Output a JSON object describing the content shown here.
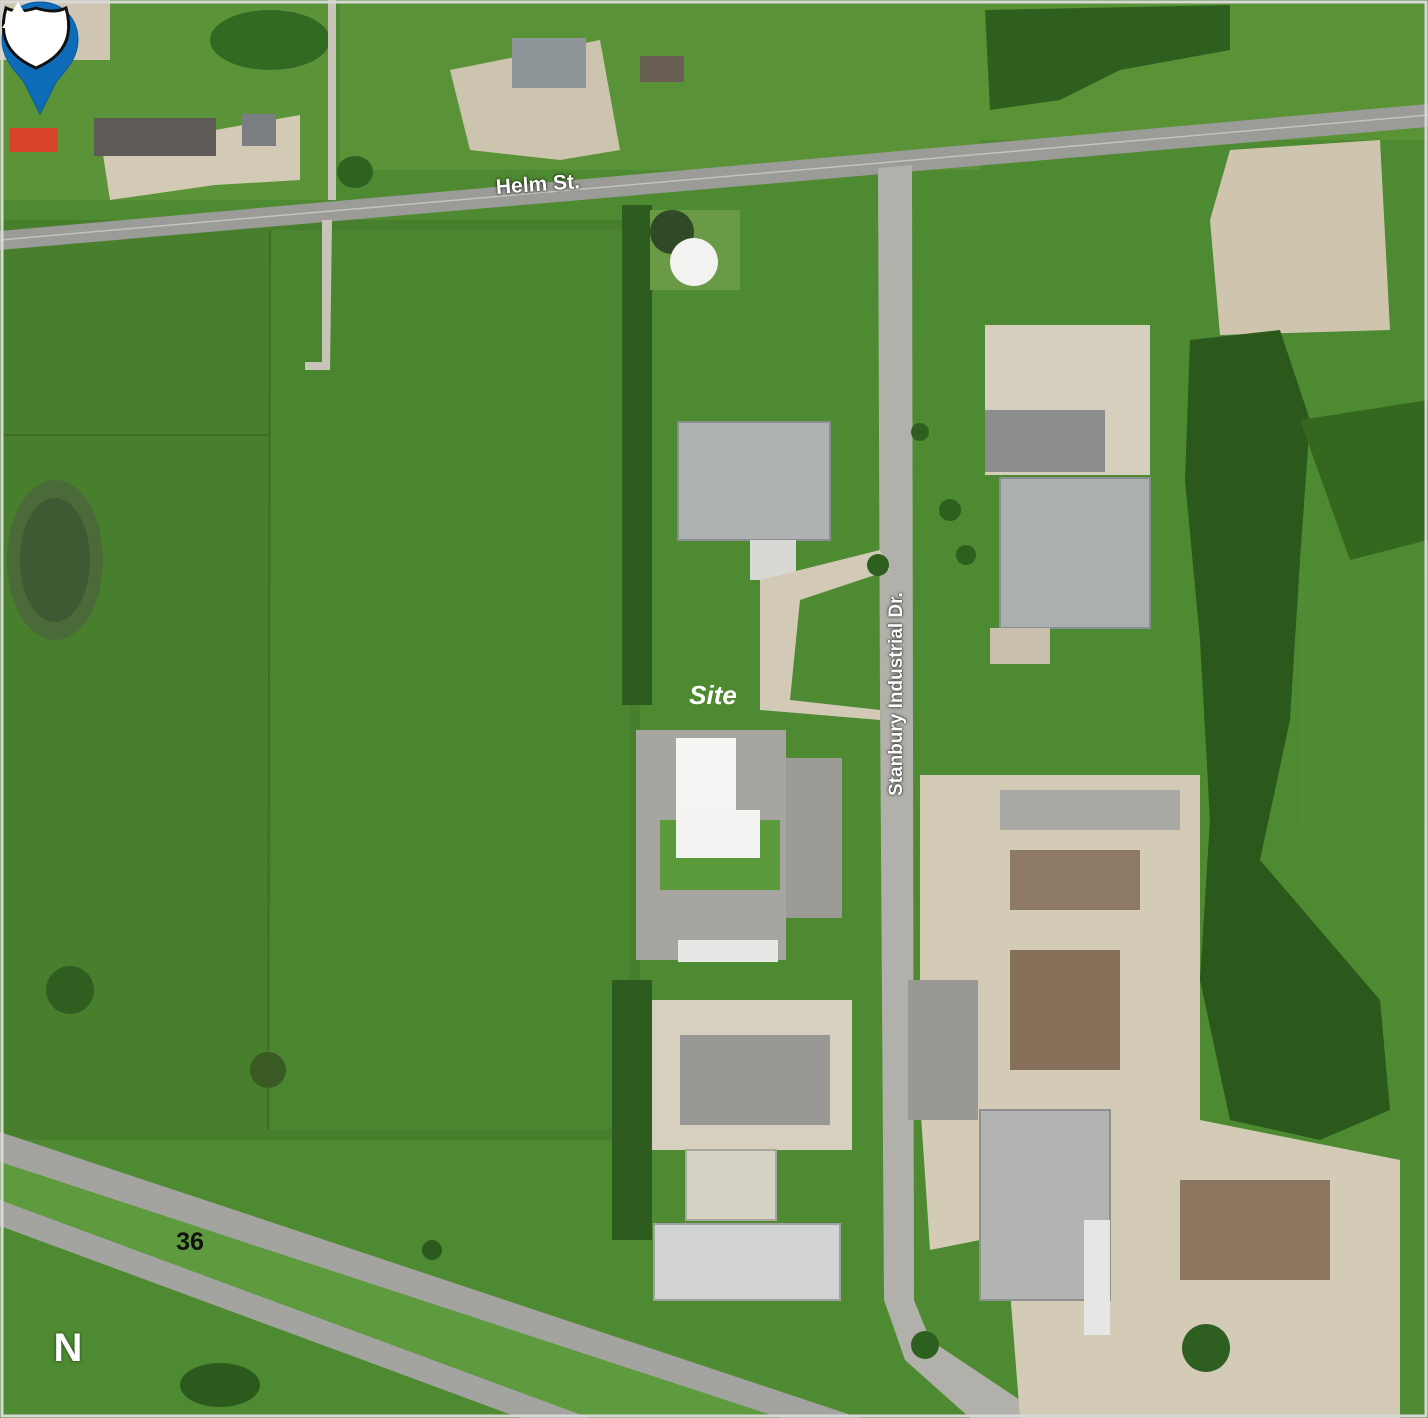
{
  "map": {
    "roads": {
      "helm_street": "Helm St.",
      "stanbury_drive": "Stanbury Industrial Dr."
    },
    "marker": {
      "label": "Site",
      "color": "#0d6bb8"
    },
    "highway_shield": {
      "route_number": "36"
    },
    "north_indicator": {
      "letter": "N",
      "icon": "north-arrow-icon"
    },
    "colors": {
      "field": "#4f8a32",
      "grass": "#5f9a3c",
      "trees": "#2e5e1e",
      "gravel": "#d4cbb8",
      "road": "#9a9a96",
      "roof": "#b8bcbc"
    }
  }
}
